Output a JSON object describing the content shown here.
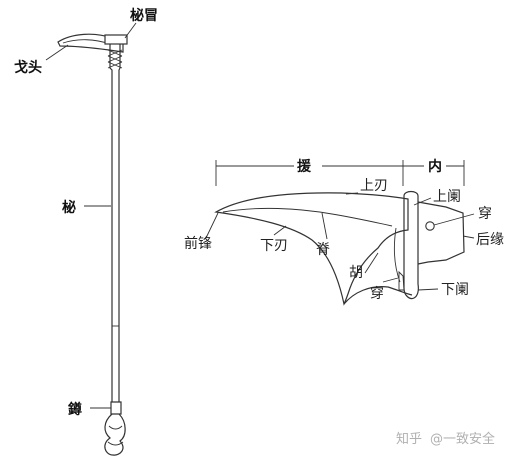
{
  "labels": {
    "ge_tou": "戈头",
    "bi_mao": "柲冒",
    "bi": "柲",
    "zun": "鐏",
    "yuan": "援",
    "nei": "内",
    "shang_ren": "上刃",
    "shang_lan": "上阑",
    "chuan_top": "穿",
    "hou_yuan": "后缘",
    "qian_feng": "前锋",
    "xia_ren": "下刃",
    "ji": "脊",
    "hu": "胡",
    "chuan_bottom": "穿",
    "xia_lan": "下阑"
  },
  "watermark": {
    "platform": "知乎",
    "author": "@一致安全"
  }
}
